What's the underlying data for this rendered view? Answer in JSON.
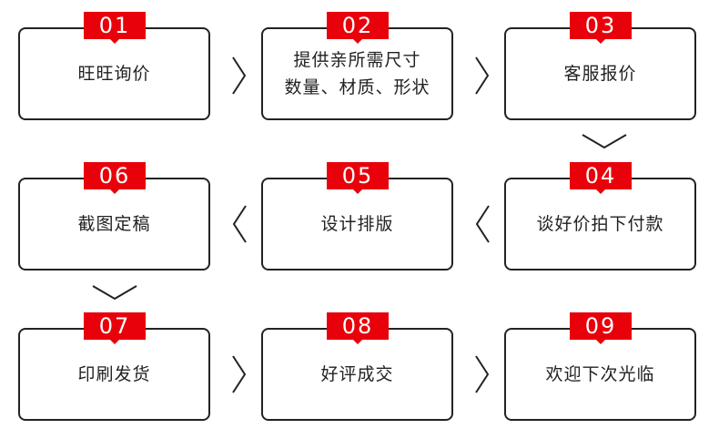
{
  "accent_color": "#e8000b",
  "steps": [
    {
      "num": "01",
      "label": "旺旺询价"
    },
    {
      "num": "02",
      "label": "提供亲所需尺寸\n数量、材质、形状"
    },
    {
      "num": "03",
      "label": "客服报价"
    },
    {
      "num": "04",
      "label": "谈好价拍下付款"
    },
    {
      "num": "05",
      "label": "设计排版"
    },
    {
      "num": "06",
      "label": "截图定稿"
    },
    {
      "num": "07",
      "label": "印刷发货"
    },
    {
      "num": "08",
      "label": "好评成交"
    },
    {
      "num": "09",
      "label": "欢迎下次光临"
    }
  ],
  "arrows": [
    {
      "icon": "chevron-right-icon"
    },
    {
      "icon": "chevron-right-icon"
    },
    {
      "icon": "chevron-down-icon"
    },
    {
      "icon": "chevron-left-icon"
    },
    {
      "icon": "chevron-left-icon"
    },
    {
      "icon": "chevron-down-icon"
    },
    {
      "icon": "chevron-right-icon"
    },
    {
      "icon": "chevron-right-icon"
    }
  ]
}
